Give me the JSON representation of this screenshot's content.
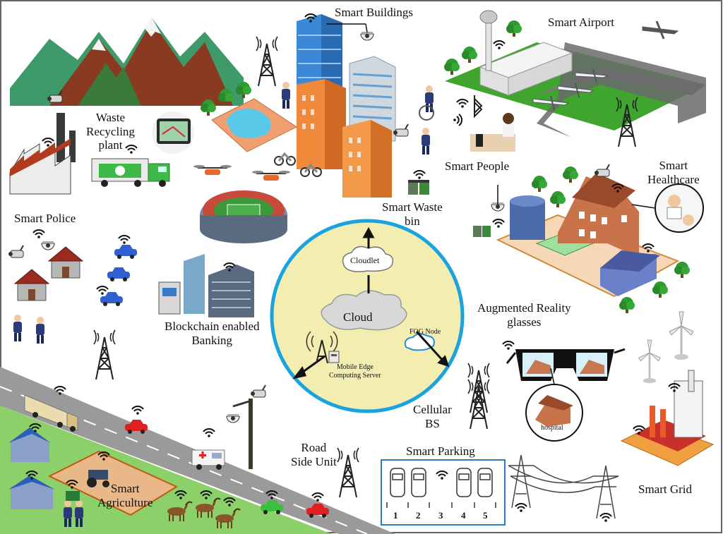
{
  "labels": {
    "smart_buildings": "Smart Buildings",
    "smart_airport": "Smart Airport",
    "waste_recycling": [
      "Waste",
      "Recycling",
      "plant"
    ],
    "smart_people": "Smart People",
    "smart_healthcare": [
      "Smart",
      "Healthcare"
    ],
    "smart_waste_bin": [
      "Smart Waste",
      "bin"
    ],
    "smart_police": "Smart Police",
    "cloudlet": "Cloudlet",
    "cloud": "Cloud",
    "fog_node": "FOG Node",
    "mec_server": [
      "Mobile Edge",
      "Computing Server"
    ],
    "blockchain_banking": [
      "Blockchain enabled",
      "Banking"
    ],
    "augmented_reality": [
      "Augmented Reality",
      "glasses"
    ],
    "hospital": "hospital",
    "cellular_bs": [
      "Cellular",
      "BS"
    ],
    "road_side_unit": [
      "Road",
      "Side Unit"
    ],
    "smart_parking": "Smart Parking",
    "parking_slots": [
      "1",
      "2",
      "3",
      "4",
      "5"
    ],
    "smart_agriculture": [
      "Smart",
      "Agriculture"
    ],
    "smart_grid": "Smart Grid"
  },
  "icons": [
    "mountain-icon",
    "factory-icon",
    "tower-icon",
    "building-icon",
    "camera-icon",
    "airport-icon",
    "airplane-icon",
    "tree-icon",
    "wifi-icon",
    "bluetooth-icon",
    "garbage-truck-icon",
    "drone-icon",
    "stadium-icon",
    "police-car-icon",
    "house-icon",
    "atm-icon",
    "cloud-icon",
    "antenna-icon",
    "server-icon",
    "glasses-icon",
    "wind-turbine-icon",
    "power-plant-icon",
    "power-line-icon",
    "car-icon",
    "truck-icon",
    "ambulance-icon",
    "street-light-icon",
    "tractor-icon",
    "goat-icon",
    "person-icon"
  ],
  "colors": {
    "core_circle_fill": "#f3eeb0",
    "core_circle_stroke": "#1aa3e0",
    "road": "#8c8c8c",
    "grass": "#8cd06a",
    "airport_grass": "#3fa52f",
    "building_blue": "#3a88d6",
    "building_orange": "#f08a3a"
  }
}
